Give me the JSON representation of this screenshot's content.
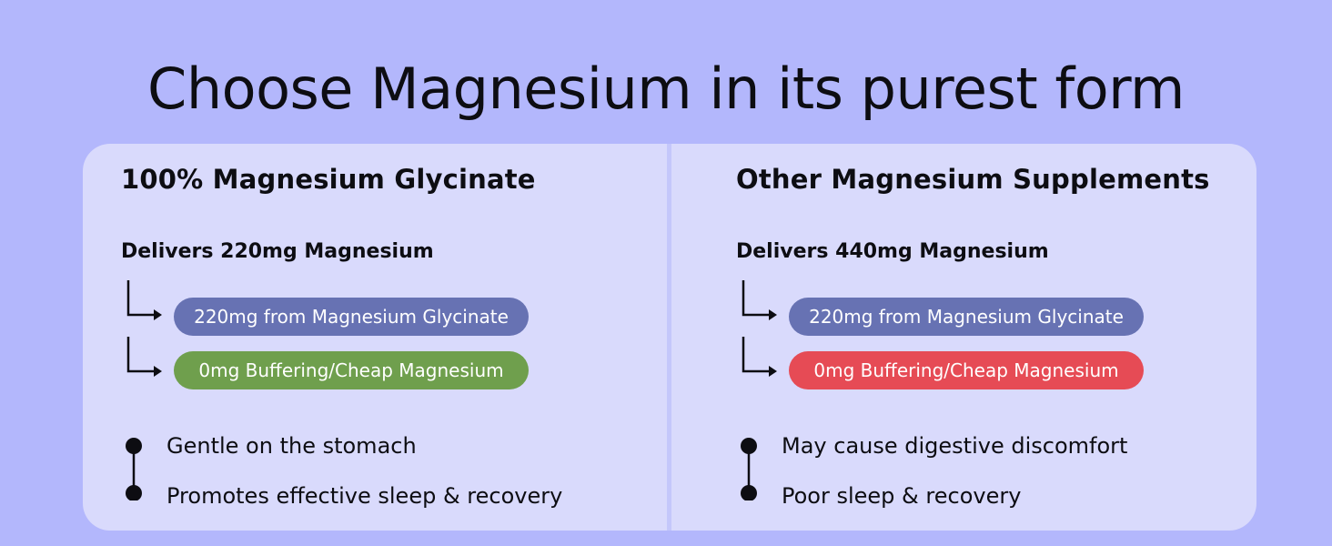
{
  "headline": "Choose Magnesium in its purest form",
  "left": {
    "title": "100% Magnesium Glycinate",
    "delivers": "Delivers 220mg Magnesium",
    "pill_primary": "220mg from Magnesium Glycinate",
    "pill_secondary": "0mg Buffering/Cheap Magnesium",
    "benefits": [
      "Gentle on the stomach",
      "Promotes effective sleep & recovery"
    ]
  },
  "right": {
    "title": "Other Magnesium Supplements",
    "delivers": "Delivers 440mg Magnesium",
    "pill_primary": "220mg from Magnesium Glycinate",
    "pill_secondary": "0mg Buffering/Cheap Magnesium",
    "benefits": [
      "May cause digestive discomfort",
      "Poor sleep & recovery"
    ]
  },
  "colors": {
    "background": "#b3b7fc",
    "panel": "#d9dafc",
    "pill_primary": "#6772b3",
    "pill_good": "#6f9f4d",
    "pill_bad": "#e64b55"
  },
  "icons": [
    "arrow-elbow-right-icon",
    "timeline-dots-icon"
  ]
}
